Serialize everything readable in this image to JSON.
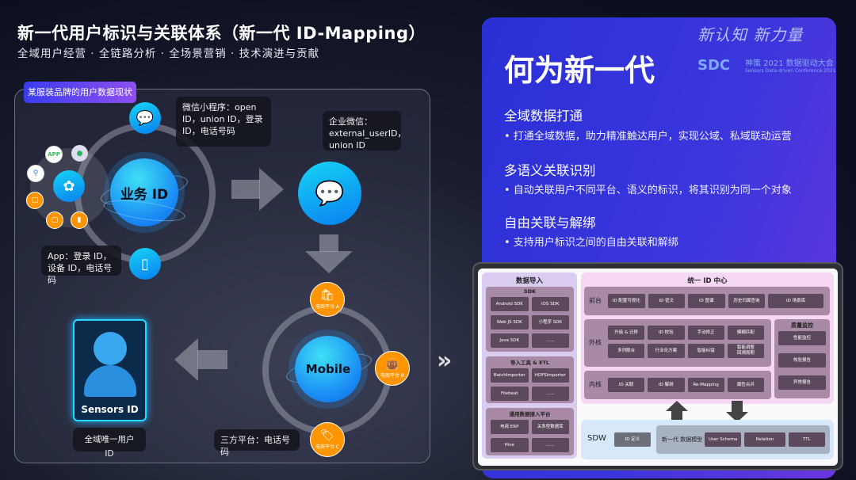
{
  "header": {
    "title": "新一代用户标识与关联体系（新一代 ID-Mapping）",
    "subtitle": "全域用户经营 · 全链路分析 · 全场景营销 · 技术演进与贡献"
  },
  "left": {
    "badge": "某服装品牌的用户数据现状",
    "biz_id": "业务 ID",
    "app_small": "APP",
    "wechat_bubble": "微信小程序：open ID，union ID，登录 ID，电话号码",
    "app_bubble": "App：登录 ID，设备 ID，电话号码",
    "wecom_bubble": "企业微信：external_userID，union ID",
    "mobile": "Mobile",
    "platforms": [
      "电商平台 A",
      "电商平台 B",
      "电商平台 C"
    ],
    "third_bubble": "三方平台：电话号码",
    "sensors_id": "Sensors ID",
    "unique_label": "全域唯一用户 ID"
  },
  "logo": {
    "slogan": "新认知 新力量",
    "brand": "SDC",
    "conf_cn": "神策 2021 数据驱动大会",
    "conf_en": "Sensors Data-driven Conference 2021"
  },
  "right": {
    "heading": "何为新一代",
    "sections": [
      {
        "title": "全域数据打通",
        "bullet": "• 打通全域数据，助力精准触达用户，实现公域、私域联动运营"
      },
      {
        "title": "多语义关联识别",
        "bullet": "• 自动关联用户不同平台、语义的标识，将其识别为同一个对象"
      },
      {
        "title": "自由关联与解绑",
        "bullet": "• 支持用户标识之间的自由关联和解绑"
      }
    ]
  },
  "arch": {
    "import_title": "数据导入",
    "sdk": {
      "title": "SDK",
      "items": [
        "Android SDK",
        "iOS SDK",
        "Web JS  SDK",
        "小程序 SDK",
        "Java  SDK",
        "......"
      ]
    },
    "etl": {
      "title": "导入工具 & ETL",
      "items": [
        "BatchImporter",
        "HDFSImporter",
        "Filebeat",
        "......"
      ]
    },
    "platform": {
      "title": "通用数据接入平台",
      "items": [
        "电商 ERP",
        "关系型数据库",
        "Hive",
        "......"
      ]
    },
    "center_title": "统一 ID 中心",
    "front": {
      "label": "前台",
      "items": [
        "ID 配置可视化",
        "ID 密文",
        "ID 图谱",
        "历史归属查询",
        "ID 场景库"
      ]
    },
    "outer": {
      "label": "外核",
      "items": [
        "升级 & 迁移",
        "ID 校验",
        "手动修正",
        "模糊匹配",
        "多列联合",
        "行业化方案",
        "智能纠错",
        "智能调整\n回溯周期"
      ]
    },
    "quality": {
      "label": "质量监控",
      "items": [
        "性能监控",
        "校验报告",
        "异常报告"
      ]
    },
    "core": {
      "label": "内核",
      "items": [
        "ID 关联",
        "ID 解绑",
        "Re-Mapping",
        "属性合并"
      ]
    },
    "sdw": {
      "label": "SDW",
      "id_def": "ID 定义",
      "model_label": "新一代 数据模型",
      "items": [
        "User Schema",
        "Relation",
        "TTL"
      ]
    }
  }
}
